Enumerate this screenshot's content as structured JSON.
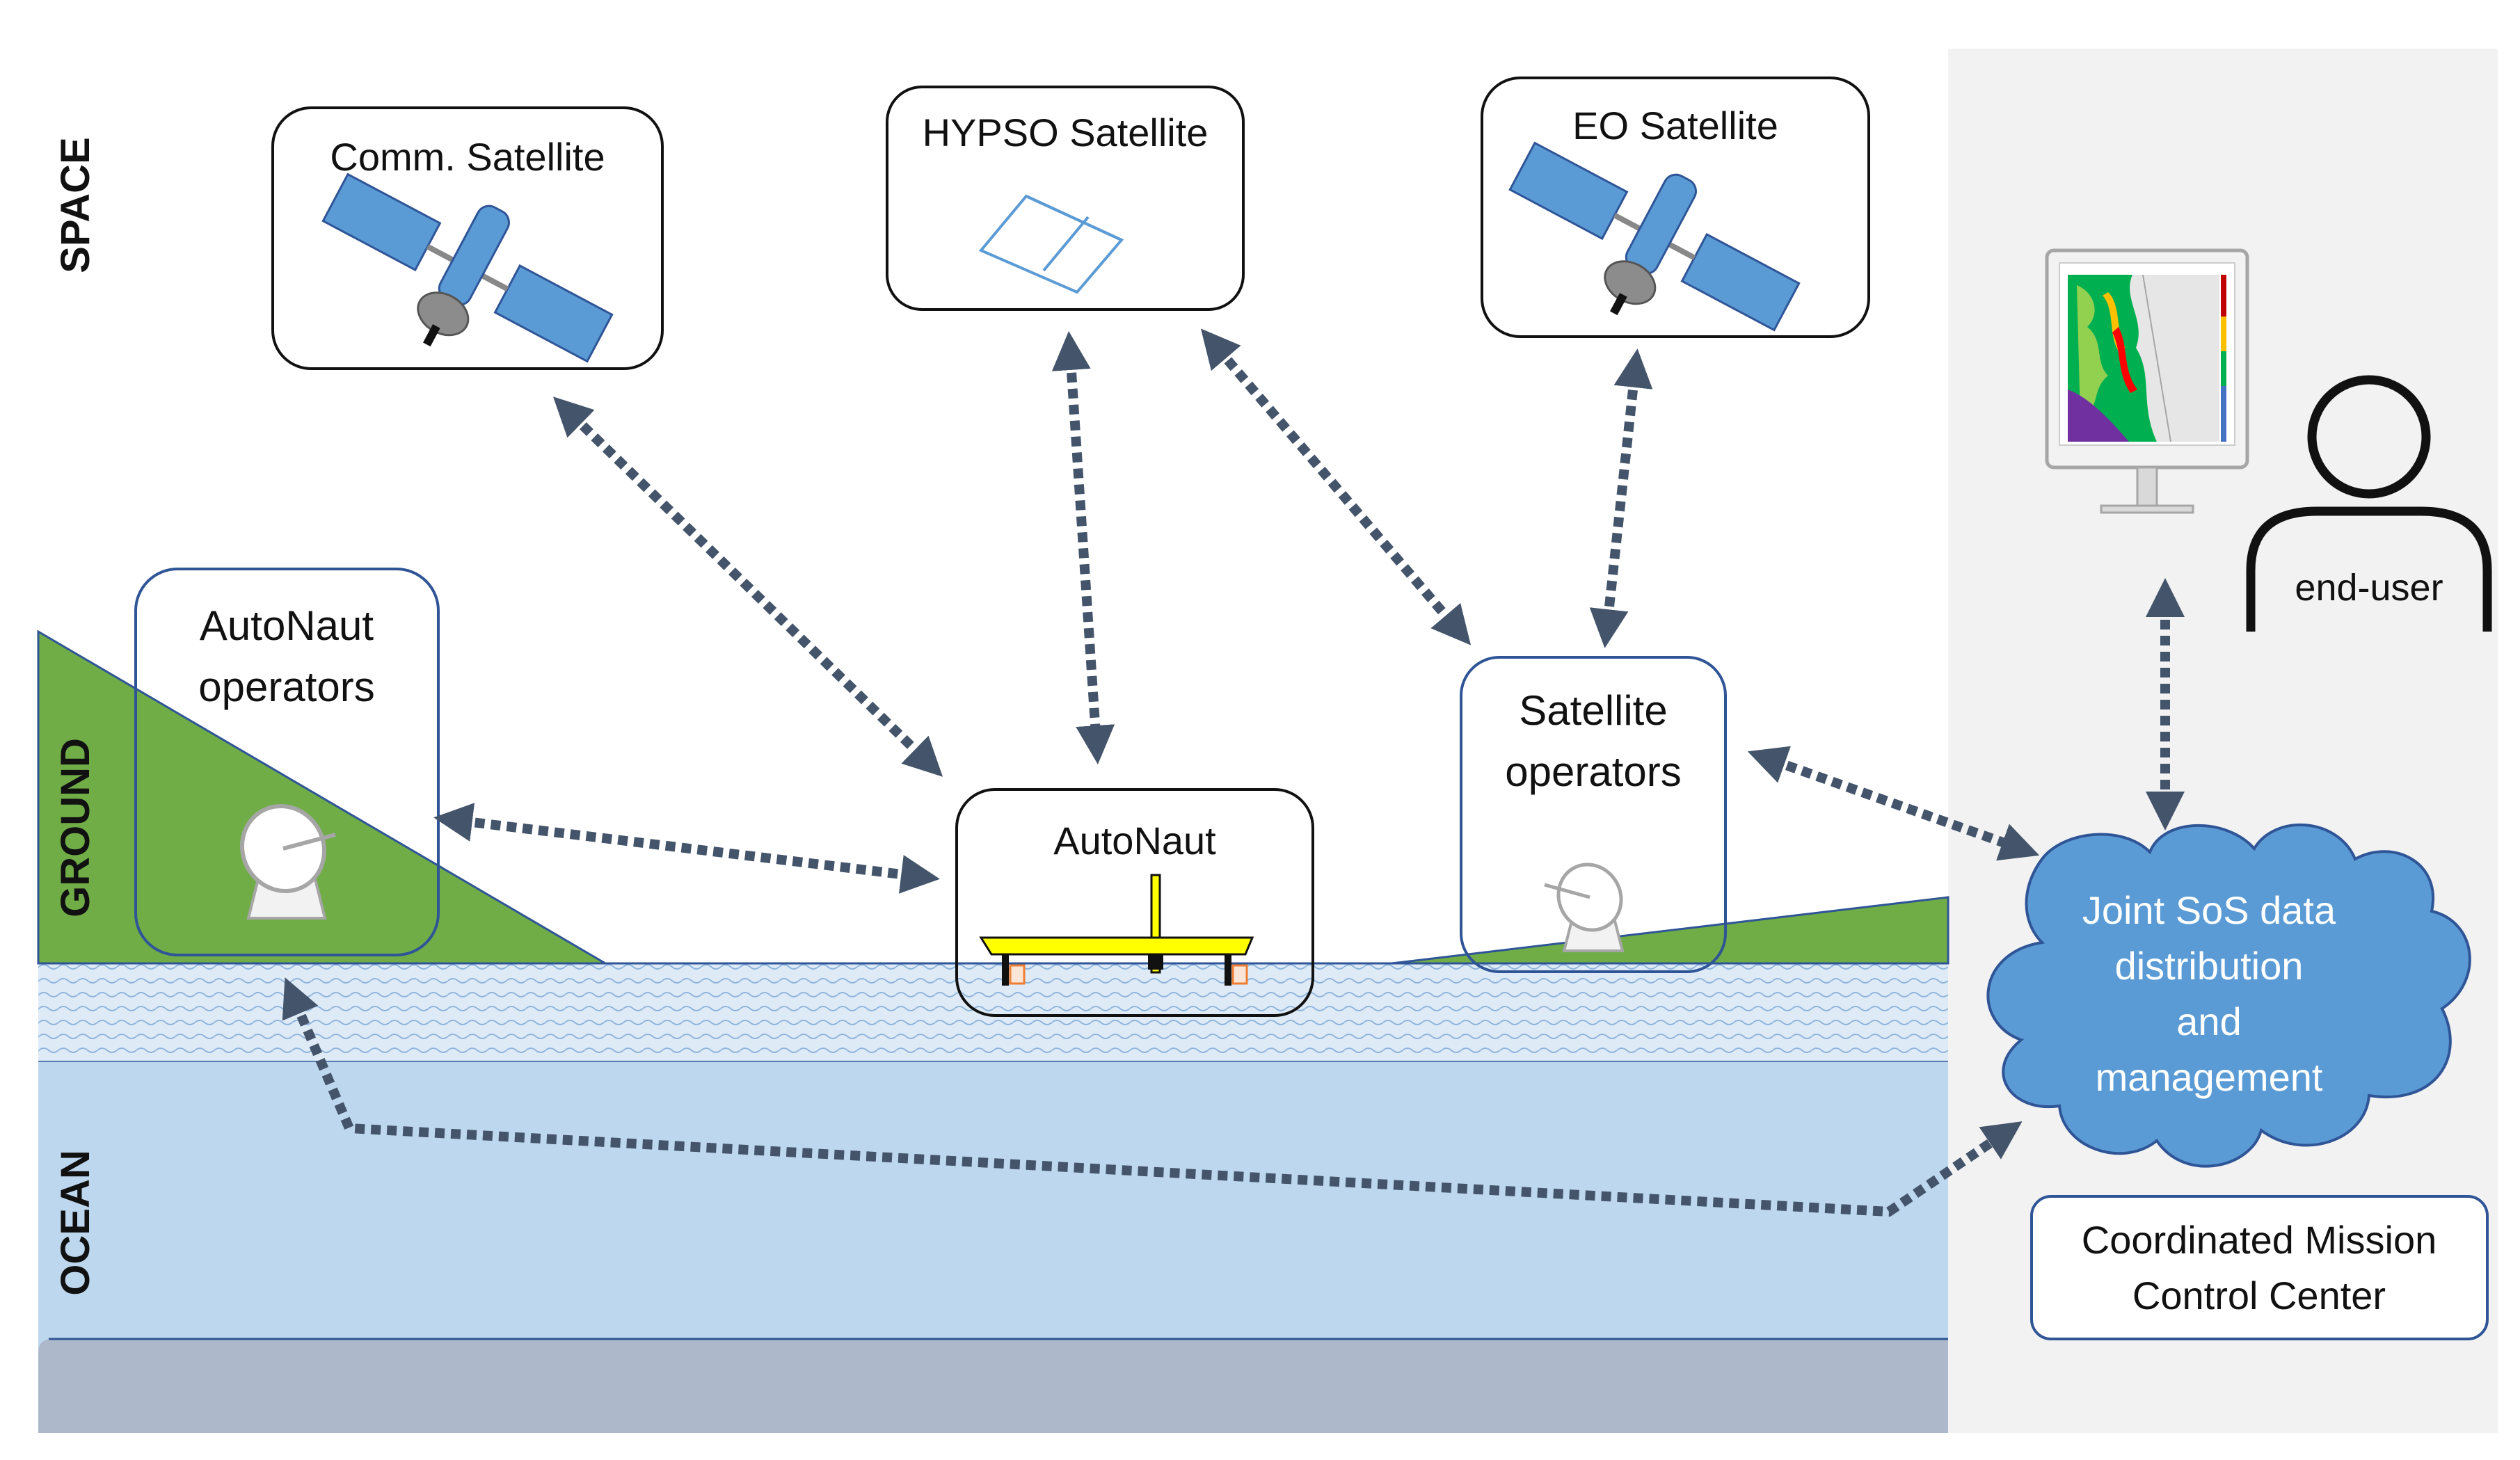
{
  "zones": {
    "space": "SPACE",
    "ground": "GROUND",
    "ocean": "OCEAN"
  },
  "nodes": {
    "comm_satellite": "Comm. Satellite",
    "hypso_satellite": "HYPSO Satellite",
    "eo_satellite": "EO Satellite",
    "autonaut_operators": [
      "AutoNaut",
      "operators"
    ],
    "autonaut": "AutoNaut",
    "satellite_operators": [
      "Satellite",
      "operators"
    ],
    "data_cloud": [
      "Joint SoS data",
      "distribution",
      "and",
      "management"
    ],
    "mission_center": [
      "Coordinated Mission",
      "Control Center"
    ],
    "end_user": "end-user"
  },
  "icons": {
    "satellite": "satellite-icon",
    "cubesat": "cubesat-icon",
    "dish": "satellite-dish-icon",
    "vessel": "autonaut-vessel-icon",
    "monitor": "monitor-icon",
    "user": "user-icon"
  },
  "colors": {
    "arrow": "#44546a",
    "box_border": "#2f5597",
    "ground": "#70ad47",
    "water_surface": "#deebf7",
    "ocean": "#bdd7ee",
    "seabed": "#adb9ca",
    "control_panel": "#f2f2f2",
    "cloud": "#5b9bd5",
    "satellite_panel": "#5b9bd5",
    "vessel": "#ffff00"
  }
}
